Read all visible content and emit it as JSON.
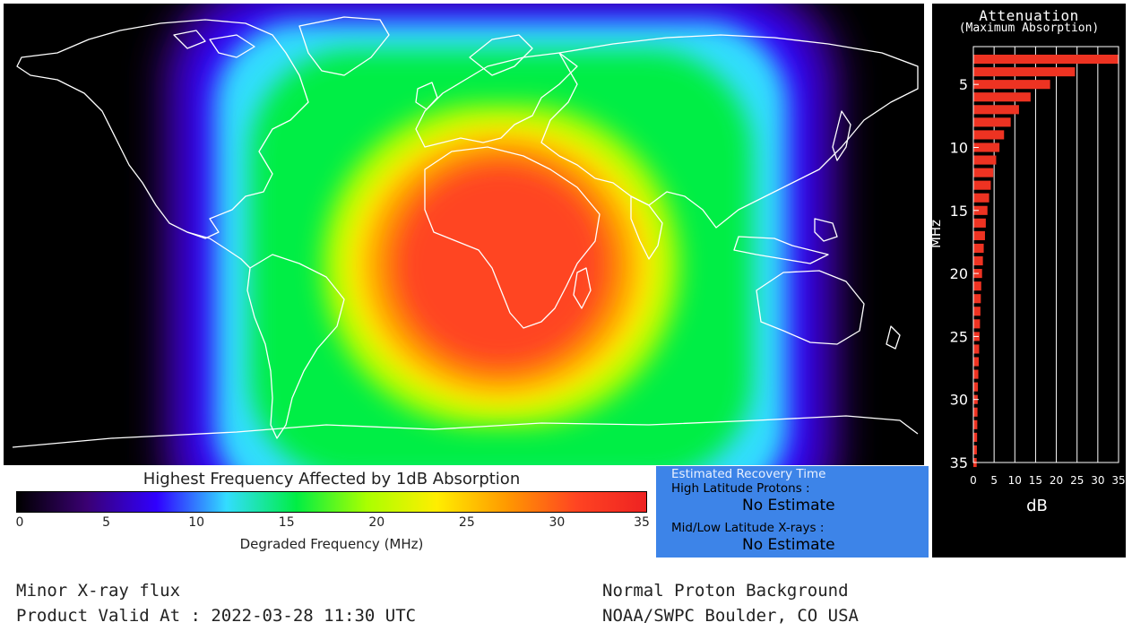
{
  "colorscale": {
    "stops": [
      "#000000",
      "#3a0073",
      "#3000ff",
      "#33ddff",
      "#00ee44",
      "#aaff00",
      "#ffee00",
      "#ff9900",
      "#ff4422",
      "#ee2222"
    ]
  },
  "chart_data": [
    {
      "type": "heatmap",
      "title": "",
      "description_colorbar_title": "Highest Frequency Affected by 1dB Absorption",
      "xlabel": "Degraded Frequency (MHz)",
      "ticks": [
        "0",
        "5",
        "10",
        "15",
        "20",
        "25",
        "30",
        "35"
      ],
      "range": [
        0,
        35
      ],
      "peak_value_mhz": 35,
      "subsolar_point": {
        "lon": 15,
        "lat": -12
      }
    },
    {
      "type": "bar",
      "orientation": "horizontal",
      "title": "Attenuation",
      "subtitle": "(Maximum Absorption)",
      "ylabel": "MHz",
      "xlabel": "dB",
      "ylim": [
        2,
        35
      ],
      "xlim": [
        0,
        35
      ],
      "yticks": [
        "5",
        "10",
        "15",
        "20",
        "25",
        "30",
        "35"
      ],
      "xticks": [
        "0",
        "5",
        "10",
        "15",
        "20",
        "25",
        "30",
        "35"
      ],
      "bar_color": "#ee3322",
      "frequencies": [
        3,
        4,
        5,
        6,
        7,
        8,
        9,
        10,
        11,
        12,
        13,
        14,
        15,
        16,
        17,
        18,
        19,
        20,
        21,
        22,
        23,
        24,
        25,
        26,
        27,
        28,
        29,
        30,
        31,
        32,
        33,
        34,
        35
      ],
      "values": [
        35,
        24.5,
        18.5,
        13.8,
        11,
        9,
        7.4,
        6.3,
        5.5,
        4.8,
        4.2,
        3.8,
        3.4,
        3.0,
        2.8,
        2.5,
        2.3,
        2.1,
        1.9,
        1.8,
        1.7,
        1.6,
        1.5,
        1.4,
        1.3,
        1.2,
        1.1,
        1.05,
        1.0,
        0.95,
        0.9,
        0.85,
        0.8
      ]
    }
  ],
  "recovery": {
    "title": "Estimated Recovery Time",
    "high_lat_label": "High Latitude Protons :",
    "high_lat_value": "No Estimate",
    "mid_low_label": "Mid/Low Latitude X-rays :",
    "mid_low_value": "No Estimate"
  },
  "footer": {
    "left_line1": "Minor X-ray flux",
    "left_line2": "Product Valid At : 2022-03-28 11:30 UTC",
    "right_line1": "Normal Proton Background",
    "right_line2": "NOAA/SWPC Boulder, CO USA"
  }
}
